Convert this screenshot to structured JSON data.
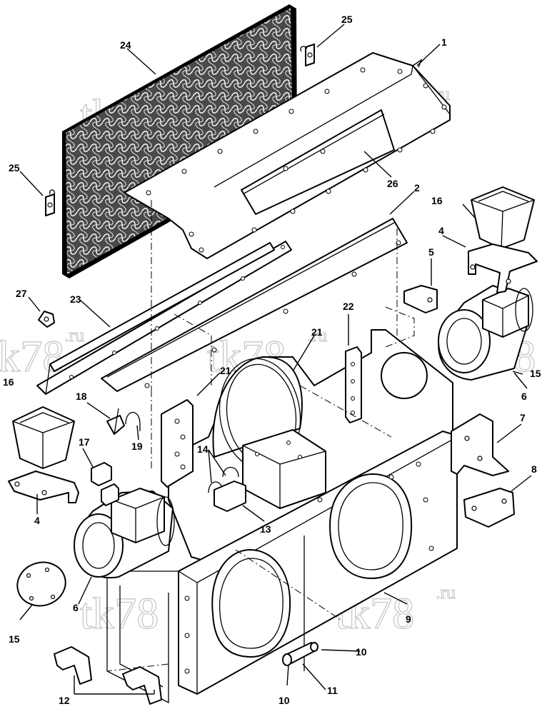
{
  "watermark": {
    "text": "tk78",
    "suffix": ".ru"
  },
  "callouts": [
    {
      "id": "c1",
      "text": "1"
    },
    {
      "id": "c2",
      "text": "2"
    },
    {
      "id": "c4a",
      "text": "4"
    },
    {
      "id": "c4b",
      "text": "4"
    },
    {
      "id": "c5",
      "text": "5"
    },
    {
      "id": "c6a",
      "text": "6"
    },
    {
      "id": "c6b",
      "text": "6"
    },
    {
      "id": "c7",
      "text": "7"
    },
    {
      "id": "c8",
      "text": "8"
    },
    {
      "id": "c9",
      "text": "9"
    },
    {
      "id": "c10a",
      "text": "10"
    },
    {
      "id": "c10b",
      "text": "10"
    },
    {
      "id": "c11",
      "text": "11"
    },
    {
      "id": "c12",
      "text": "12"
    },
    {
      "id": "c13",
      "text": "13"
    },
    {
      "id": "c14",
      "text": "14"
    },
    {
      "id": "c15a",
      "text": "15"
    },
    {
      "id": "c15b",
      "text": "15"
    },
    {
      "id": "c16a",
      "text": "16"
    },
    {
      "id": "c16b",
      "text": "16"
    },
    {
      "id": "c17",
      "text": "17"
    },
    {
      "id": "c18",
      "text": "18"
    },
    {
      "id": "c19",
      "text": "19"
    },
    {
      "id": "c21a",
      "text": "21"
    },
    {
      "id": "c21b",
      "text": "21"
    },
    {
      "id": "c22",
      "text": "22"
    },
    {
      "id": "c23",
      "text": "23"
    },
    {
      "id": "c24",
      "text": "24"
    },
    {
      "id": "c25a",
      "text": "25"
    },
    {
      "id": "c25b",
      "text": "25"
    },
    {
      "id": "c26",
      "text": "26"
    },
    {
      "id": "c27",
      "text": "27"
    }
  ]
}
